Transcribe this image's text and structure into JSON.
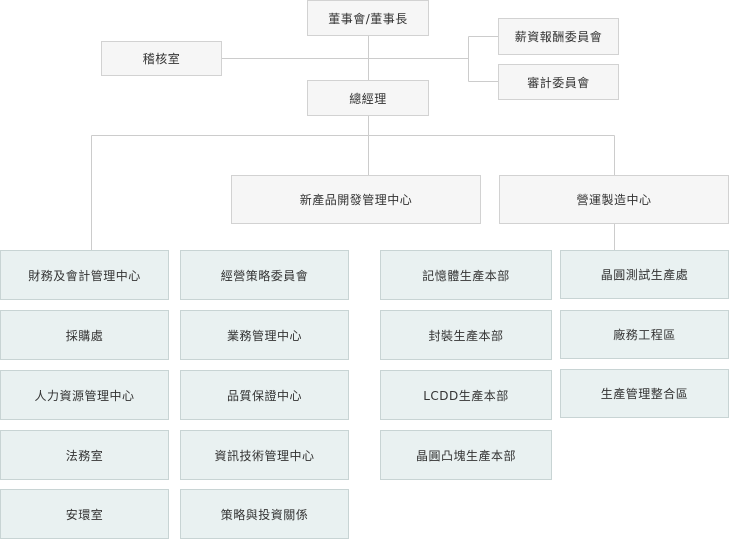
{
  "colors": {
    "line": "#cccccc",
    "top_box_fill": "#f6f6f6",
    "sub_box_fill": "#e9f1f1",
    "text": "#333333"
  },
  "nodes": {
    "chairman": "董事會/董事長",
    "audit_office": "稽核室",
    "compensation_committee": "薪資報酬委員會",
    "audit_committee": "審計委員會",
    "president": "總經理",
    "new_product_center": "新產品開發管理中心",
    "operations_center": "營運製造中心"
  },
  "columns": {
    "col1": [
      "財務及會計管理中心",
      "採購處",
      "人力資源管理中心",
      "法務室",
      "安環室"
    ],
    "col2": [
      "經營策略委員會",
      "業務管理中心",
      "品質保證中心",
      "資訊技術管理中心",
      "策略與投資關係"
    ],
    "col3": [
      "記憶體生產本部",
      "封裝生產本部",
      "LCDD生產本部",
      "晶圓凸塊生產本部"
    ],
    "col4": [
      "晶圓測試生產處",
      "廠務工程區",
      "生產管理整合區"
    ]
  }
}
